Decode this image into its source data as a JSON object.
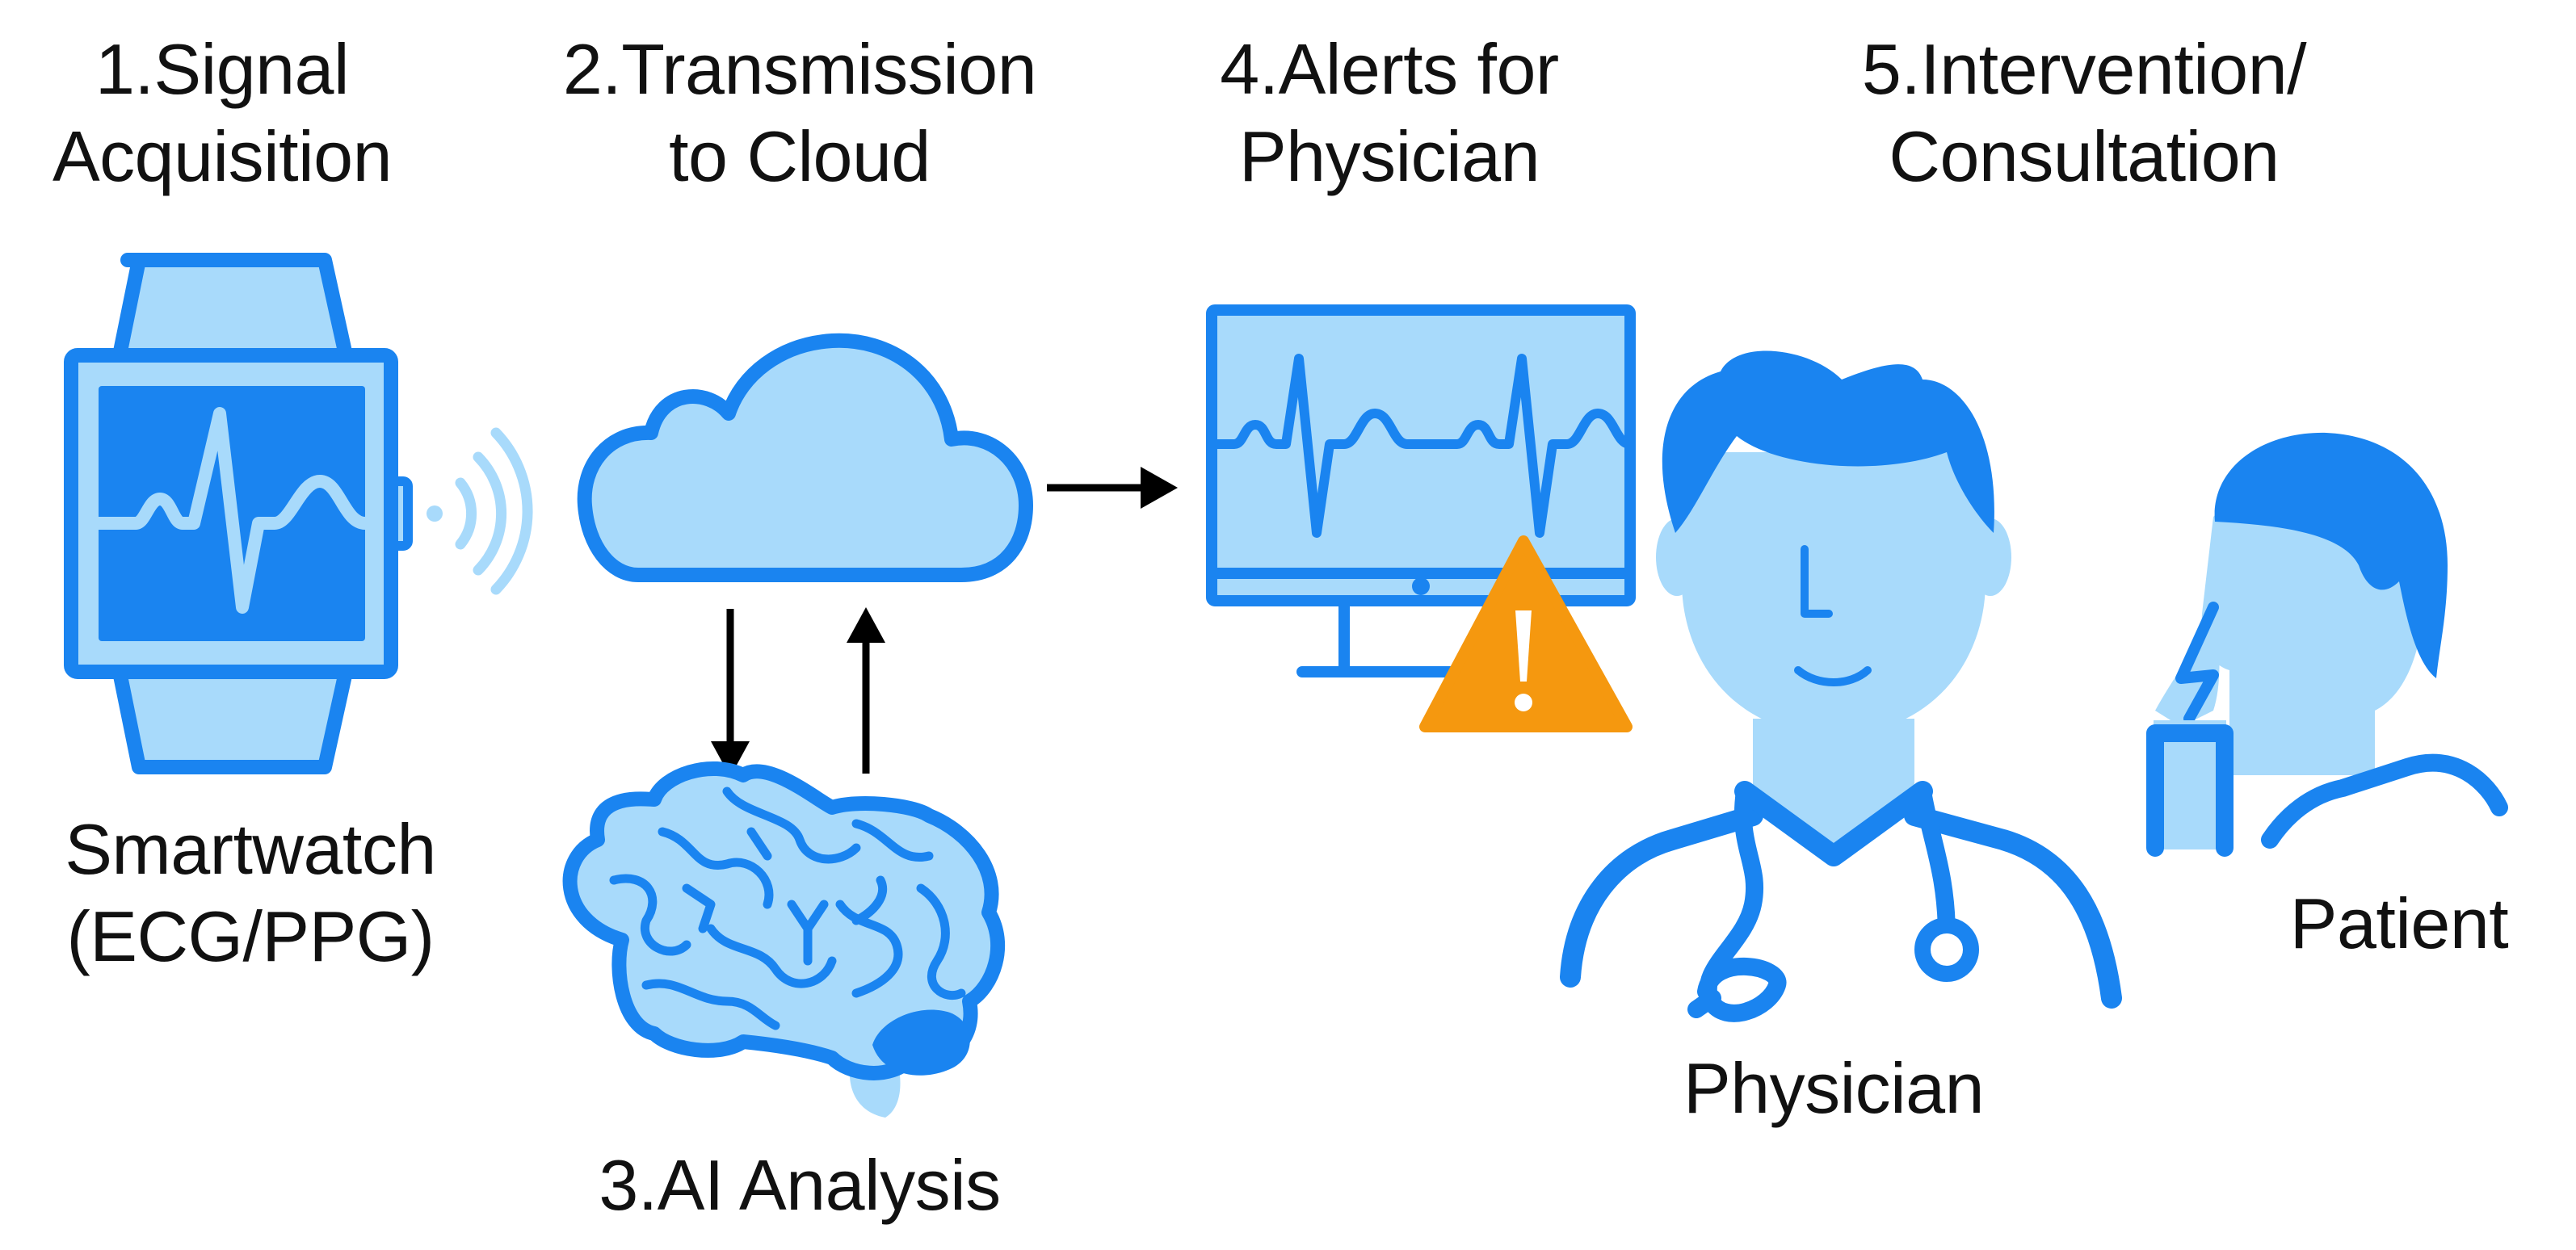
{
  "steps": [
    {
      "line1": "1.Signal",
      "line2": "Acquisition"
    },
    {
      "line1": "2.Transmission",
      "line2": "to Cloud"
    },
    {
      "line1": "3.AI Analysis"
    },
    {
      "line1": "4.Alerts for",
      "line2": "Physician"
    },
    {
      "line1": "5.Intervention/",
      "line2": "Consultation"
    }
  ],
  "device": {
    "line1": "Smartwatch",
    "line2": "(ECG/PPG)"
  },
  "people": {
    "physician": "Physician",
    "patient": "Patient"
  },
  "colors": {
    "primary": "#1a84f0",
    "light": "#a8dafb",
    "arrow": "#000000",
    "warning": "#f5980f",
    "background": "#ffffff"
  }
}
